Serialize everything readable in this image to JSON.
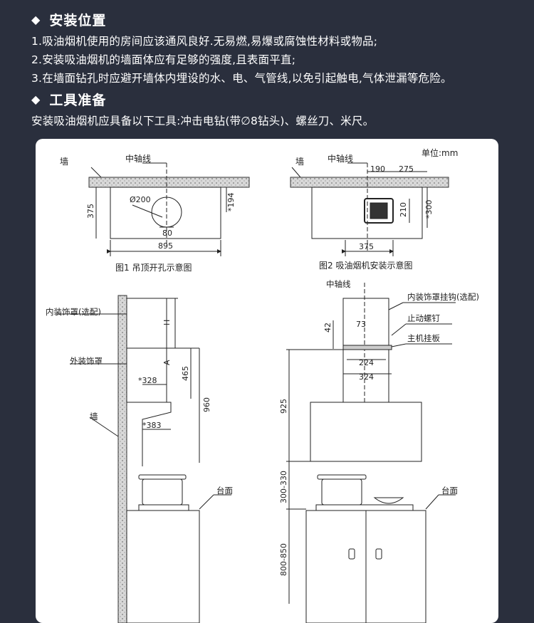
{
  "section1": {
    "title": "安装位置",
    "items": [
      "1.吸油烟机使用的房间应该通风良好.无易燃,易爆或腐蚀性材料或物品;",
      "2.安装吸油烟机的墙面体应有足够的强度,且表面平直;",
      "3.在墙面钻孔时应避开墙体内埋设的水、电、气管线,以免引起触电,气体泄漏等危险。"
    ]
  },
  "section2": {
    "title": "工具准备",
    "text": "安装吸油烟机应具备以下工具:冲击电钻(带∅8钻头)、螺丝刀、米尺。"
  },
  "diagram": {
    "unit": "单位:mm",
    "fig1": {
      "caption": "图1 吊顶开孔示意图",
      "wall": "墙",
      "axis": "中轴线",
      "hole": "Ø200",
      "w": "895",
      "h": "375",
      "d1": "*194",
      "d2": "80"
    },
    "fig2": {
      "caption": "图2 吸油烟机安装示意图",
      "wall": "墙",
      "axis": "中轴线",
      "d190": "190",
      "d275": "275",
      "d210": "210",
      "d300": "*300",
      "d375": "375"
    },
    "side": {
      "inner": "内装饰罩(选配)",
      "outer": "外装饰罩",
      "wall": "墙",
      "counter": "台面",
      "H": "H",
      "A": "A",
      "d465": "465",
      "d960": "960",
      "d328": "*328",
      "d383": "*383"
    },
    "front": {
      "axis": "中轴线",
      "hook": "内装饰罩挂钩(选配)",
      "screw": "止动螺钉",
      "plate": "主机挂板",
      "counter": "台面",
      "d42": "42",
      "d73": "73",
      "d224": "224",
      "d324": "324",
      "d925": "925",
      "d300_330": "300-330",
      "d800_850": "800-850"
    }
  }
}
